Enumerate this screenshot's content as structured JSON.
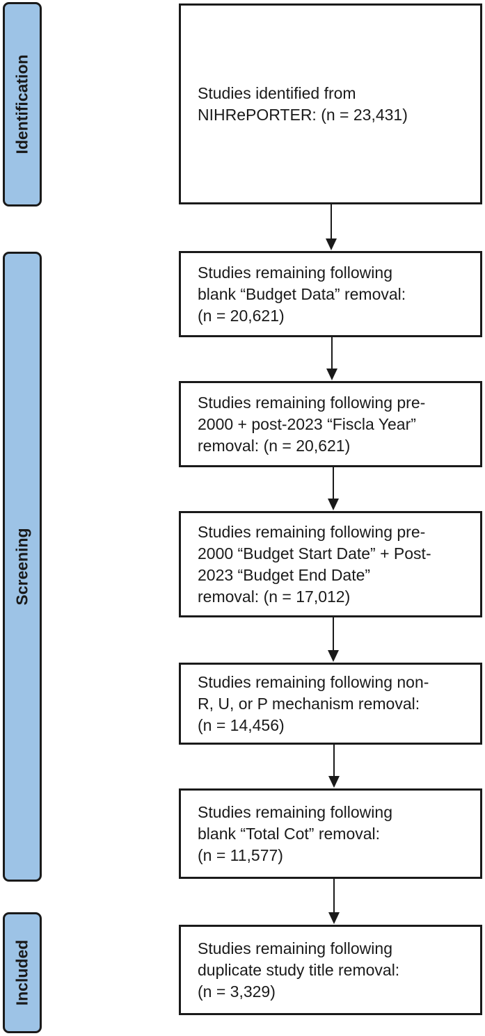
{
  "phases": {
    "identification": "Identification",
    "screening": "Screening",
    "included": "Included"
  },
  "boxes": [
    {
      "lines": [
        "Studies identified from",
        "NIHRePORTER: (n = 23,431)"
      ]
    },
    {
      "lines": [
        "Studies remaining following",
        "blank “Budget Data” removal:",
        "(n = 20,621)"
      ]
    },
    {
      "lines": [
        "Studies remaining following pre-",
        "2000 + post-2023 “Fiscla Year”",
        "removal: (n = 20,621)"
      ]
    },
    {
      "lines": [
        "Studies remaining following pre-",
        "2000 “Budget Start Date” + Post-",
        "2023 “Budget End Date”",
        "removal: (n = 17,012)"
      ]
    },
    {
      "lines": [
        "Studies remaining following non-",
        "R, U, or P mechanism removal:",
        "(n = 14,456)"
      ]
    },
    {
      "lines": [
        "Studies remaining following",
        "blank “Total Cot” removal:",
        "(n = 11,577)"
      ]
    },
    {
      "lines": [
        "Studies remaining following",
        "duplicate study title removal:",
        "(n = 3,329)"
      ]
    }
  ],
  "colors": {
    "phase_fill": "#9dc3e6",
    "stroke": "#1a1a1a"
  }
}
